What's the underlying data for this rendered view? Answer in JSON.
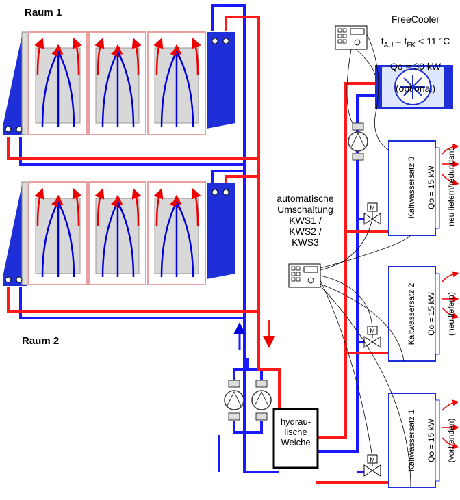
{
  "rooms": {
    "room1": "Raum 1",
    "room2": "Raum 2"
  },
  "freecooler": {
    "title": "FreeCooler",
    "cond_t": "t",
    "cond_au": "AU",
    "cond_eq": " = t",
    "cond_fk": "FK",
    "cond_rest": " < 11 °C",
    "capacity": "Qo = 30 kW",
    "note": "(optional)"
  },
  "switchover": {
    "text": "automatische\nUmschaltung\nKWS1 /\nKWS2 /\nKWS3"
  },
  "hydraulic_switch": {
    "text": "hydrau-\nlische\nWeiche"
  },
  "chillers": [
    {
      "name": "Kaltwassersatz 3",
      "capacity": "Qo = 15 kW",
      "note": "neu liefern/redundant"
    },
    {
      "name": "Kaltwassersatz 2",
      "capacity": "Qo = 15 kW",
      "note": "(neu liefern)"
    },
    {
      "name": "Kaltwassersatz 1",
      "capacity": "Qo = 15 kW",
      "note": "(vorhanden)"
    }
  ],
  "valve_label": "M",
  "colors": {
    "supply": "#1a1aff",
    "return": "#ff1a1a",
    "equipment": "#1f2fd8",
    "rack_outline": "#e8a0a0"
  }
}
